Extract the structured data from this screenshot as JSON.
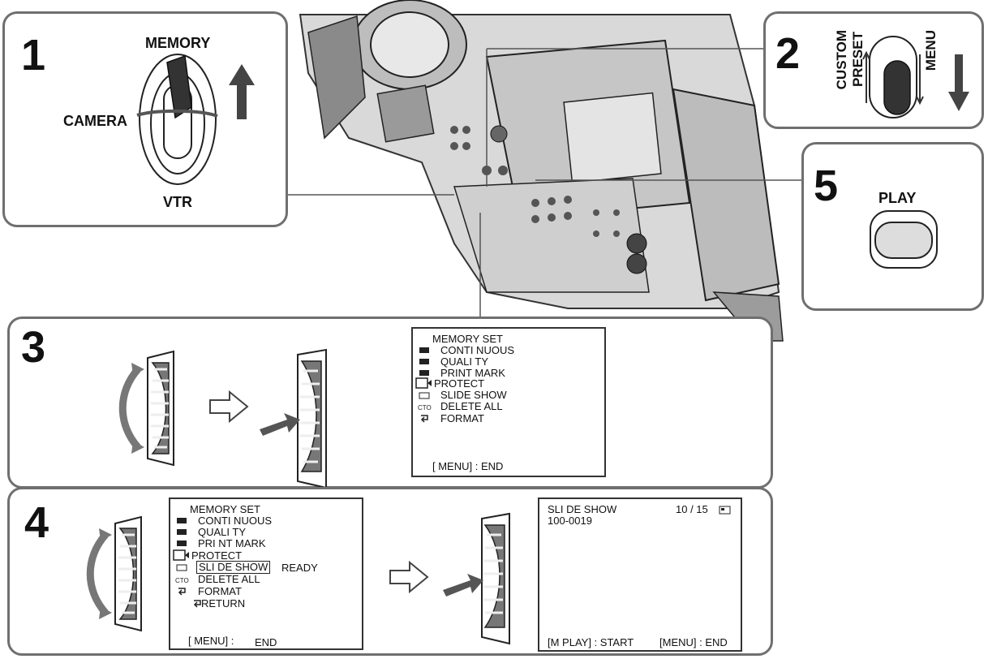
{
  "step1": {
    "number": "1",
    "memory": "MEMORY",
    "camera": "CAMERA",
    "vtr": "VTR"
  },
  "step2": {
    "number": "2",
    "custom": "CUSTOM",
    "preset": "PRESET",
    "menu": "MENU"
  },
  "step5": {
    "number": "5",
    "play": "PLAY"
  },
  "step3": {
    "number": "3",
    "menu_screen": {
      "title": "MEMORY SET",
      "items": [
        {
          "icon": "continuous-icon",
          "label": "CONTI NUOUS"
        },
        {
          "icon": "quality-icon",
          "label": "QUALI TY"
        },
        {
          "icon": "print-mark-icon",
          "label": "PRINT MARK"
        },
        {
          "icon": "protect-icon",
          "label": "PROTECT"
        },
        {
          "icon": "slide-show-icon",
          "label": "SLIDE SHOW"
        },
        {
          "icon": "delete-all-icon",
          "label": "DELETE ALL"
        },
        {
          "icon": "format-icon",
          "label": "FORMAT"
        }
      ],
      "footer": "[ MENU] : END"
    }
  },
  "step4": {
    "number": "4",
    "menu_screen": {
      "title": "MEMORY SET",
      "items": [
        {
          "icon": "continuous-icon",
          "label": "CONTI NUOUS"
        },
        {
          "icon": "quality-icon",
          "label": "QUALI TY"
        },
        {
          "icon": "print-mark-icon",
          "label": "PRI NT MARK"
        },
        {
          "icon": "protect-icon",
          "label": "PROTECT"
        },
        {
          "icon": "slide-show-icon",
          "label": "SLI DE SHOW"
        },
        {
          "icon": "delete-all-icon",
          "label": "DELETE ALL"
        },
        {
          "icon": "format-icon",
          "label": "FORMAT"
        }
      ],
      "ready": "READY",
      "return": "RETURN",
      "footer_bracket": "[ MENU] :",
      "footer_end": "END"
    },
    "slide_screen": {
      "title": "SLI DE SHOW",
      "counter": "10 / 15",
      "file": "100-0019",
      "footer_start": "[M PLAY] : START",
      "footer_end": "[MENU] : END"
    }
  }
}
